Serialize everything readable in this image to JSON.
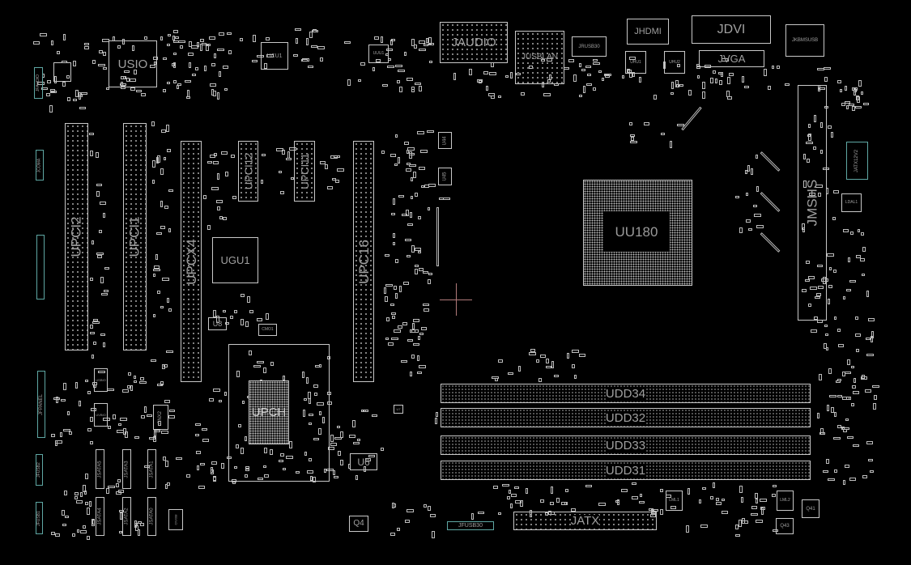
{
  "board": {
    "components": {
      "usio": "USIO",
      "ucu1": "UCU1",
      "uuu1": "UUU1",
      "jaudio": "JAUDIO",
      "jusblan": "JUSBLAN",
      "jrusb30": "JRUSB30",
      "jhdmi": "JHDMI",
      "uhu1": "UHU1",
      "uhu2": "UHU2",
      "jdvi": "JDVI",
      "jvga": "JVGA",
      "jkbmsusb": "JKBMSUSB",
      "jfaudio": "JFAUDIO",
      "jcoma": "JCOMA",
      "upci2": "UPCI2",
      "upci1": "UPCI1",
      "upcx4": "UPCX4",
      "upci12": "UPCI12",
      "upci11": "UPCI11",
      "upc16": "UPC16",
      "ugu1": "UGU1",
      "u8": "U8",
      "cmo1": "CMO1",
      "upch": "UPCH",
      "u6": "U6",
      "u7": "U7",
      "q4": "Q4",
      "u44": "U44",
      "u45": "U45",
      "ucpu": "UU180",
      "jmshs": "JMSHS",
      "jatx12v2": "JATX12V2",
      "ldal1": "LDAL1",
      "udd34": "UDD34",
      "udd32": "UDD32",
      "udd33": "UDD33",
      "udd31": "UDD31",
      "jatx": "JATX",
      "jfusb30": "JFUSB30",
      "lml1": "LML1",
      "lml2": "LML2",
      "q41": "Q41",
      "q43": "Q43",
      "jfpanel": "JFPANEL",
      "usbio": "USBIO",
      "uvbio": "UVBIO",
      "cnx2": "CNX2",
      "jfusb2": "JFUSB2",
      "jfusb1": "JFUSB1",
      "jsata5": "JSATA5",
      "jsata3": "JSATA3",
      "jsata1": "JSATA1",
      "jsata4": "JSATA4",
      "jsata2": "JSATA2",
      "jsata0": "JSATA0",
      "cnx08": "CNX08"
    },
    "colors": {
      "outline": "#c8c8c8",
      "connector": "#5fa8a4",
      "cursor": "#b07a7a",
      "background": "#000000"
    }
  }
}
